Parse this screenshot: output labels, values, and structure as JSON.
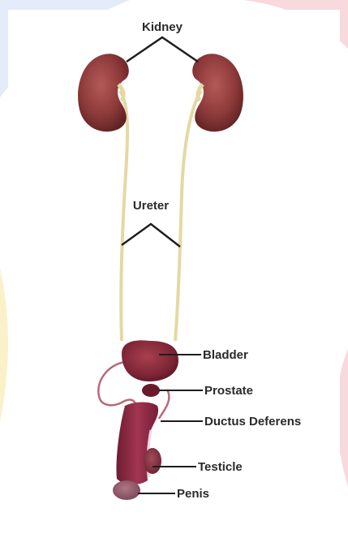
{
  "labels": {
    "kidney": "Kidney",
    "ureter": "Ureter",
    "bladder": "Bladder",
    "prostate": "Prostate",
    "ductus_deferens": "Ductus Deferens",
    "testicle": "Testicle",
    "penis": "Penis"
  },
  "colors": {
    "kidney": "#8e3a3a",
    "ureter": "#e8dba8",
    "bladder": "#8a2b3a",
    "penis": "#8a2540",
    "background_accent_pink": "#f7d9de",
    "background_accent_blue": "#e3ecf8",
    "background_accent_yellow": "#fbf1c9"
  }
}
